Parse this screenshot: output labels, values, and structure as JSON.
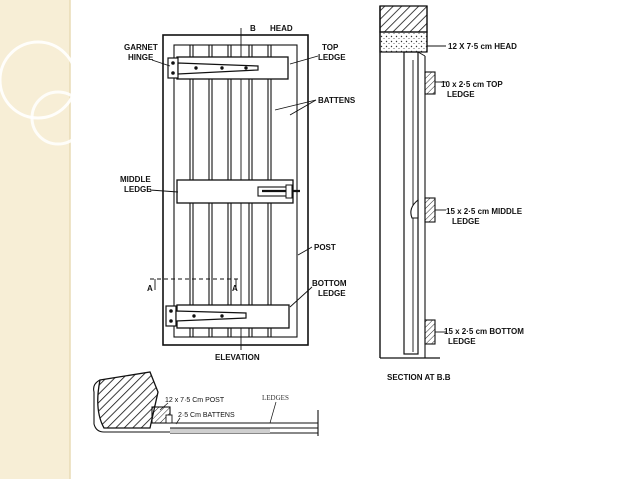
{
  "slide": {
    "colors": {
      "sidebar": "#f7eed6",
      "sidebar_edge": "#e9dcb6",
      "ink": "#111111"
    }
  },
  "elevation": {
    "labels": {
      "head": "HEAD",
      "b_mark": "B",
      "garnet_hinge_1": "GARNET",
      "garnet_hinge_2": "HINGE",
      "top_ledge_1": "TOP",
      "top_ledge_2": "LEDGE",
      "battens": "BATTENS",
      "middle_ledge_1": "MIDDLE",
      "middle_ledge_2": "LEDGE",
      "post": "POST",
      "bottom_ledge_1": "BOTTOM",
      "bottom_ledge_2": "LEDGE",
      "a_left": "A",
      "a_right": "A",
      "title": "ELEVATION"
    }
  },
  "section": {
    "labels": {
      "head": "12 X 7·5 cm HEAD",
      "top_ledge_1": "10 x 2·5 cm TOP",
      "top_ledge_2": "LEDGE",
      "middle_ledge_1": "15 x 2·5 cm  MIDDLE",
      "middle_ledge_2": "LEDGE",
      "bottom_ledge_1": "15 x 2·5 cm BOTTOM",
      "bottom_ledge_2": "LEDGE",
      "title": "SECTION AT  B.B"
    }
  },
  "plan": {
    "labels": {
      "post": "12 x 7·5 Cm POST",
      "ledges": "LEDGES",
      "battens": "2·5 Cm  BATTENS"
    }
  }
}
